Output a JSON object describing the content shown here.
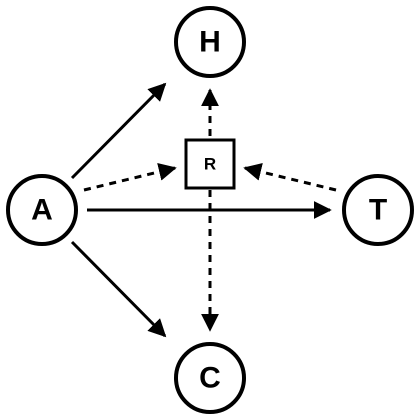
{
  "diagram": {
    "nodes": {
      "H": {
        "label": "H"
      },
      "A": {
        "label": "A"
      },
      "T": {
        "label": "T"
      },
      "C": {
        "label": "C"
      },
      "R": {
        "label": "R"
      }
    },
    "edges": [
      {
        "from": "A",
        "to": "H",
        "style": "solid"
      },
      {
        "from": "A",
        "to": "T",
        "style": "solid"
      },
      {
        "from": "A",
        "to": "C",
        "style": "solid"
      },
      {
        "from": "A",
        "to": "R",
        "style": "dashed"
      },
      {
        "from": "T",
        "to": "R",
        "style": "dashed"
      },
      {
        "from": "R",
        "to": "H",
        "style": "dashed"
      },
      {
        "from": "R",
        "to": "C",
        "style": "dashed"
      }
    ]
  }
}
